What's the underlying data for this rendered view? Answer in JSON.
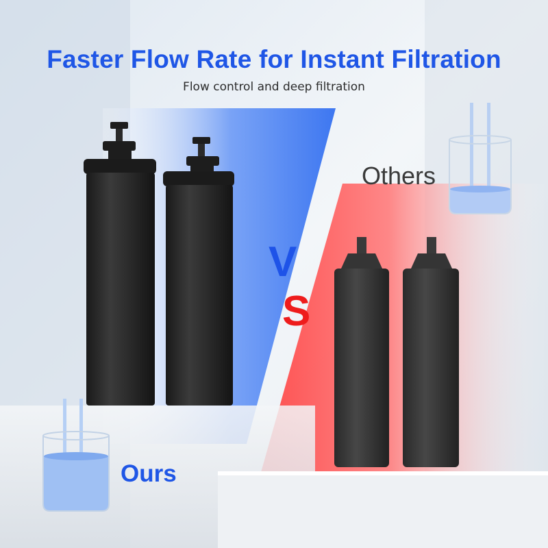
{
  "headline": "Faster Flow Rate for Instant Filtration",
  "subheadline": "Flow control and deep filtration",
  "vs": {
    "v": "V",
    "s": "S"
  },
  "labels": {
    "ours": "Ours",
    "others": "Others"
  },
  "colors": {
    "accent_blue": "#1f56e6",
    "accent_red": "#ee1c1c",
    "text_dark": "#3a3a3a"
  }
}
